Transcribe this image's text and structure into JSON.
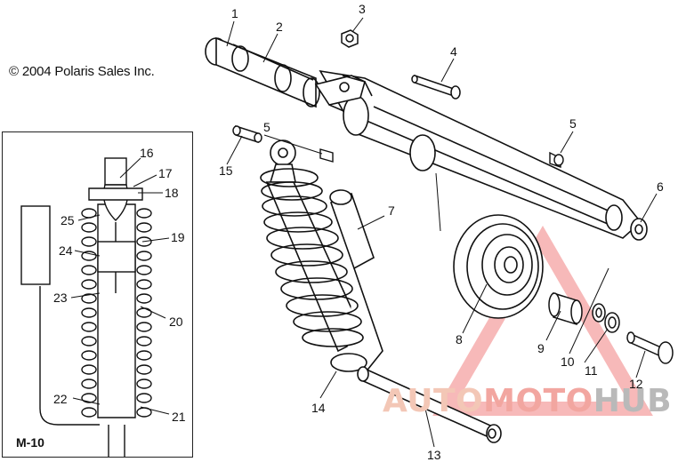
{
  "copyright": "© 2004 Polaris Sales Inc.",
  "inset": {
    "label": "M-10"
  },
  "callouts": {
    "c1": "1",
    "c2": "2",
    "c3": "3",
    "c4": "4",
    "c5a": "5",
    "c5b": "5",
    "c6": "6",
    "c7": "7",
    "c8": "8",
    "c9": "9",
    "c10": "10",
    "c11": "11",
    "c12": "12",
    "c13": "13",
    "c14": "14",
    "c15": "15",
    "c16": "16",
    "c17": "17",
    "c18": "18",
    "c19": "19",
    "c20": "20",
    "c21": "21",
    "c22": "22",
    "c23": "23",
    "c24": "24",
    "c25": "25"
  },
  "watermark": {
    "part1": "AUTO",
    "part2": "MOTO",
    "part3": "HUB"
  },
  "colors": {
    "line": "#111111",
    "watermark_triangle": "#f08080",
    "watermark_text_gray": "#b9b9b9"
  }
}
